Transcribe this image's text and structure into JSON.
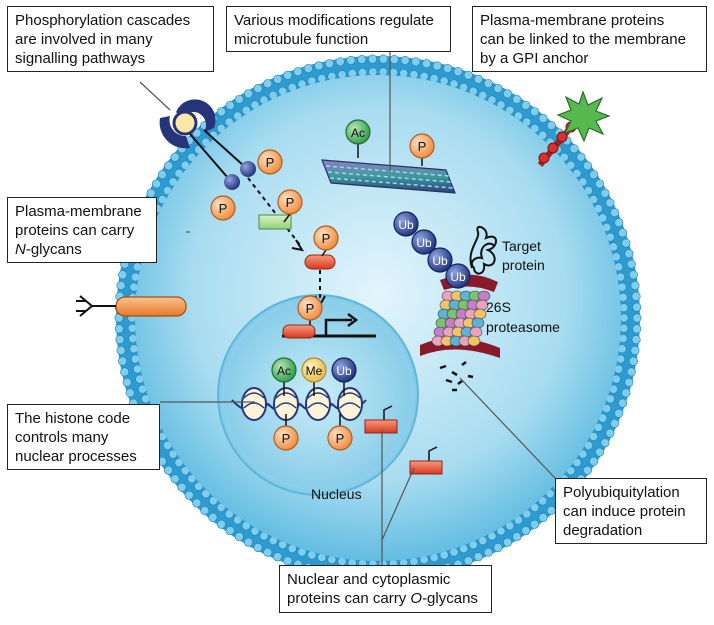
{
  "callouts": {
    "phosphorylation": [
      "Phosphorylation cascades",
      "are involved in many",
      "signalling pathways"
    ],
    "microtubule": [
      "Various modifications regulate",
      "microtubule function"
    ],
    "gpi": [
      "Plasma-membrane proteins",
      "can be linked to the membrane",
      "by a GPI anchor"
    ],
    "nglycans": {
      "line1": "Plasma-membrane",
      "line2": "proteins can carry",
      "line3_italic": "N",
      "line3_rest": "-glycans"
    },
    "histone": [
      "The histone code",
      "controls many",
      "nuclear processes"
    ],
    "polyubiquitylation": [
      "Polyubiquitylation",
      "can induce protein",
      "degradation"
    ],
    "oglycans": {
      "line1": "Nuclear and cytoplasmic",
      "line2_prefix": "proteins can carry ",
      "line2_italic": "O",
      "line2_rest": "-glycans"
    }
  },
  "labels": {
    "nucleus": "Nucleus",
    "target_protein": [
      "Target",
      "protein"
    ],
    "proteasome": [
      "26S",
      "proteasome"
    ],
    "p": "P",
    "ac": "Ac",
    "me": "Me",
    "ub": "Ub"
  },
  "colors": {
    "membrane": "#3aa7d8",
    "cytoplasm_light": "#d9f1fb",
    "cytoplasm_dark": "#7cc8e6",
    "nucleus": "#a9ddf2",
    "phospho": "#f4b07a",
    "acetyl": "#5cb86c",
    "methyl": "#f5d776",
    "ubiquitin": "#2f4b9c",
    "protein_red": "#e8553a",
    "protein_orange": "#f0903c",
    "anchor_red": "#cc2b2b",
    "gpi_green": "#4fb34a",
    "receptor": "#26357a"
  }
}
